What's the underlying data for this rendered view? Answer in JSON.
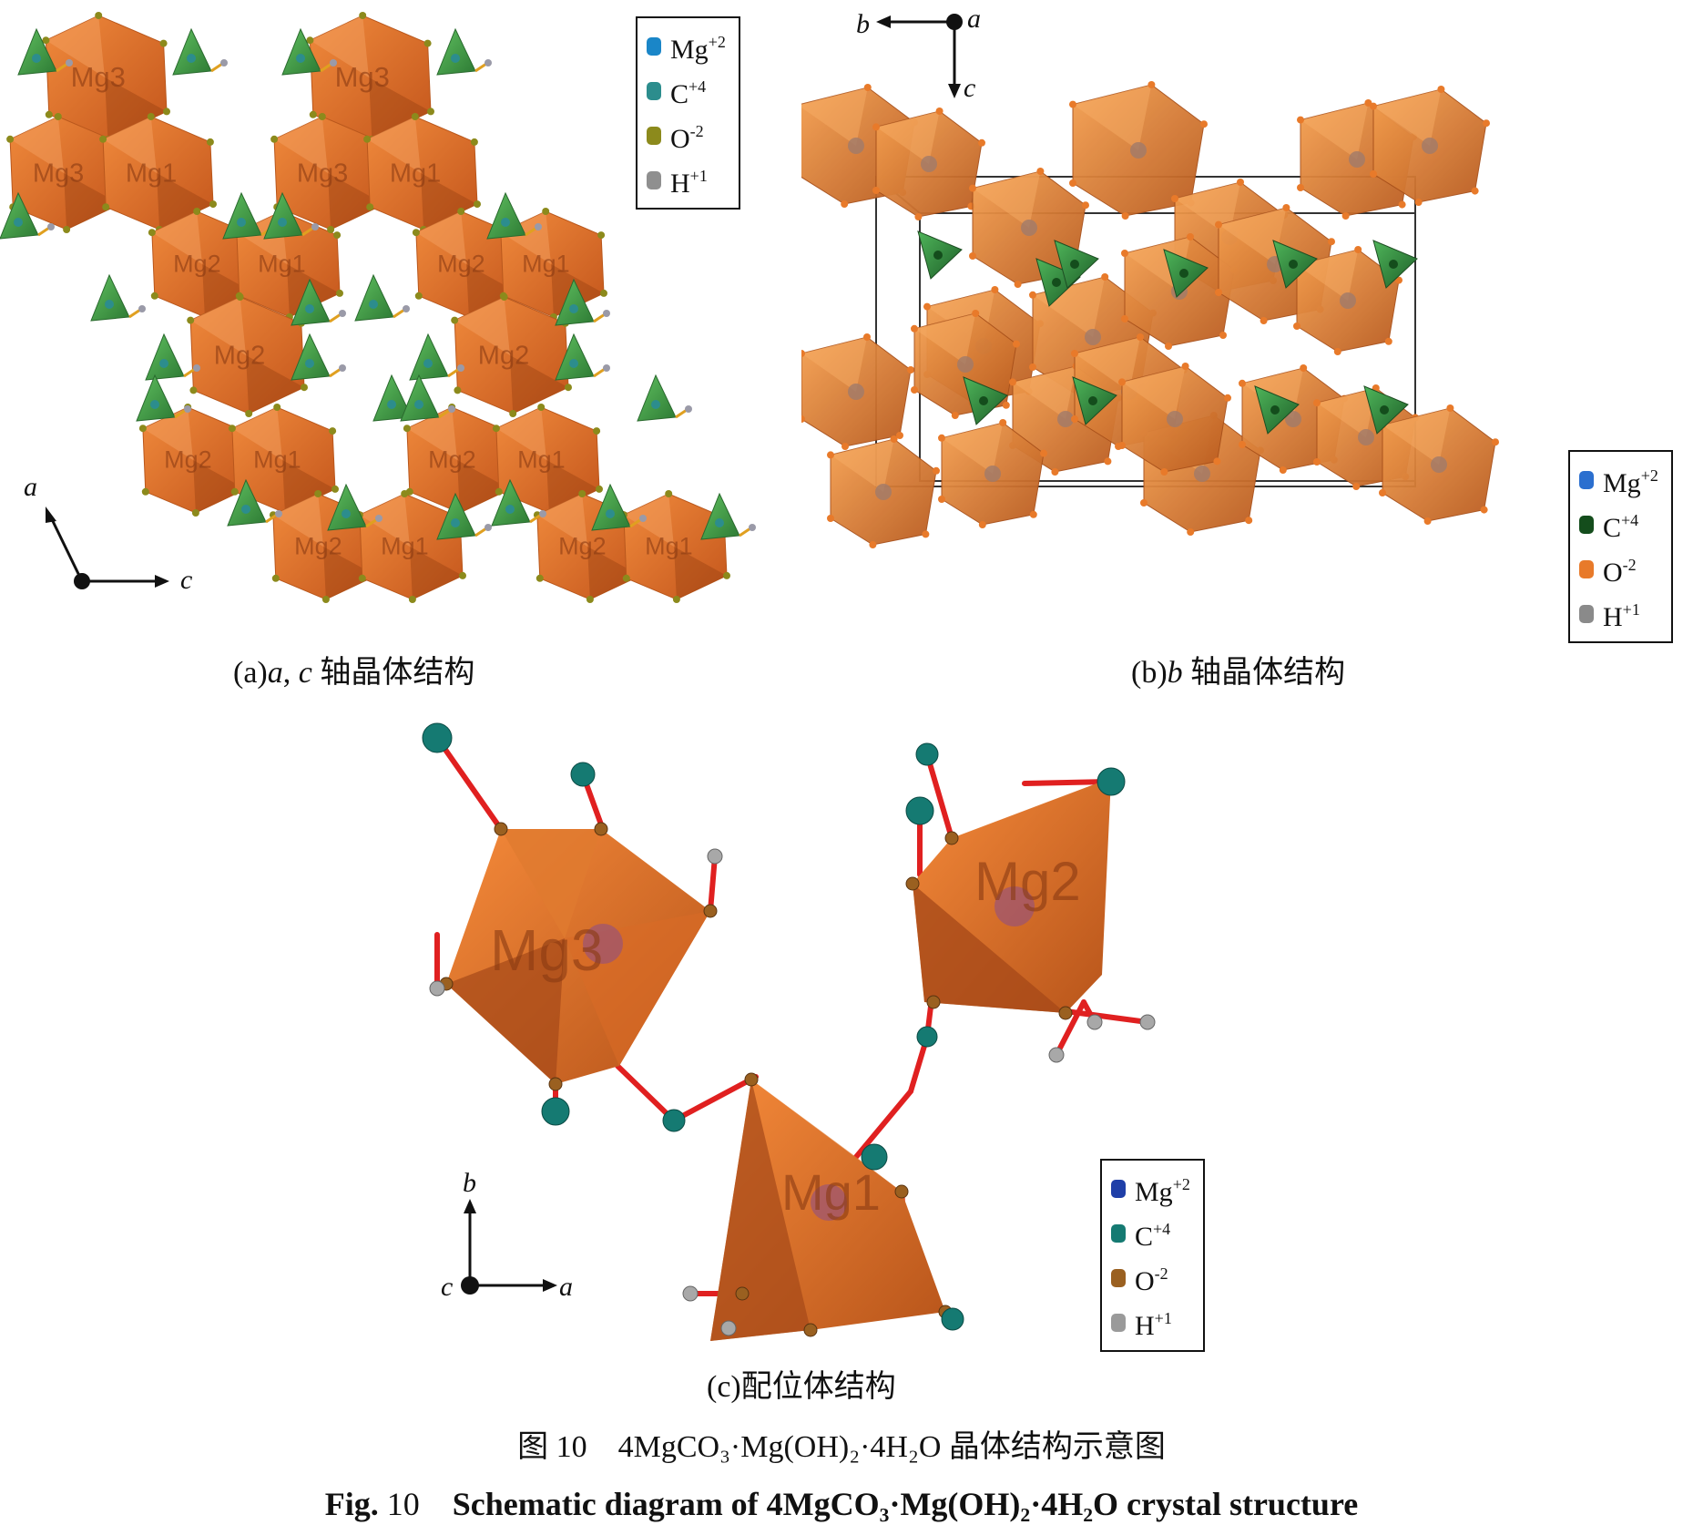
{
  "legend": {
    "a": [
      {
        "ion": "Mg",
        "charge": "+2",
        "color": "#1a86c8"
      },
      {
        "ion": "C",
        "charge": "+4",
        "color": "#2c8d8d"
      },
      {
        "ion": "O",
        "charge": "-2",
        "color": "#8c8a1c"
      },
      {
        "ion": "H",
        "charge": "+1",
        "color": "#8f8f8f"
      }
    ],
    "b": [
      {
        "ion": "Mg",
        "charge": "+2",
        "color": "#2b6fcf"
      },
      {
        "ion": "C",
        "charge": "+4",
        "color": "#144d1c"
      },
      {
        "ion": "O",
        "charge": "-2",
        "color": "#e87a2a"
      },
      {
        "ion": "H",
        "charge": "+1",
        "color": "#8a8a8a"
      }
    ],
    "c": [
      {
        "ion": "Mg",
        "charge": "+2",
        "color": "#1f3fa8"
      },
      {
        "ion": "C",
        "charge": "+4",
        "color": "#157a72"
      },
      {
        "ion": "O",
        "charge": "-2",
        "color": "#9a6020"
      },
      {
        "ion": "H",
        "charge": "+1",
        "color": "#9a9a9a"
      }
    ]
  },
  "axes": {
    "a": {
      "vertical": "a",
      "horizontal": "c"
    },
    "b": {
      "left": "b",
      "origin": "a",
      "down": "c"
    },
    "c": {
      "up": "b",
      "origin": "c",
      "right": "a"
    }
  },
  "panel_a_labels": [
    "Mg3",
    "Mg3",
    "Mg1",
    "Mg2",
    "Mg1",
    "Mg2",
    "Mg2",
    "Mg1",
    "Mg2",
    "Mg1",
    "Mg3",
    "Mg3",
    "Mg1",
    "Mg2",
    "Mg1",
    "Mg2",
    "Mg2",
    "Mg1",
    "Mg2",
    "Mg1"
  ],
  "panel_c_labels": {
    "left": "Mg3",
    "right": "Mg2",
    "bottom": "Mg1"
  },
  "captions": {
    "a": {
      "open": "(a)",
      "axis1": "a",
      "sep": ", ",
      "axis2": "c",
      "text": " 轴晶体结构"
    },
    "b": {
      "open": "(b)",
      "axis": "b",
      "text": " 轴晶体结构"
    },
    "c": {
      "text": "(c)配位体结构"
    }
  },
  "figure": {
    "zh": "图 10　4MgCO₃·Mg(OH)₂·4H₂O 晶体结构示意图",
    "en_prefix": "Fig.",
    "en_num": " 10",
    "en_text": "　Schematic diagram of 4MgCO₃·Mg(OH)₂·4H₂O crystal structure"
  }
}
